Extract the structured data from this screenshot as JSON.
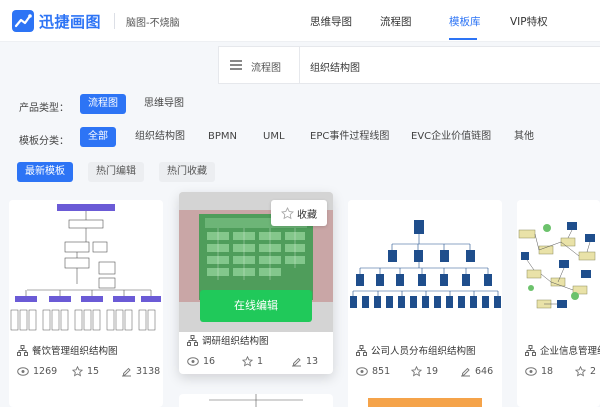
{
  "brand": {
    "name": "迅捷画图",
    "slogan": "脑图-不烧脑"
  },
  "nav": {
    "items": [
      {
        "label": "思维导图",
        "active": false
      },
      {
        "label": "流程图",
        "active": false
      },
      {
        "label": "模板库",
        "active": true
      },
      {
        "label": "VIP特权",
        "active": false
      }
    ]
  },
  "search": {
    "type_label": "流程图",
    "value": "组织结构图"
  },
  "filters": {
    "product_label": "产品类型：",
    "product_options": [
      {
        "label": "流程图",
        "active": true
      },
      {
        "label": "思维导图",
        "active": false
      }
    ],
    "category_label": "模板分类：",
    "category_options": [
      {
        "label": "全部",
        "active": true
      },
      {
        "label": "组织结构图",
        "active": false
      },
      {
        "label": "BPMN",
        "active": false
      },
      {
        "label": "UML",
        "active": false
      },
      {
        "label": "EPC事件过程线图",
        "active": false
      },
      {
        "label": "EVC企业价值链图",
        "active": false
      },
      {
        "label": "其他",
        "active": false
      }
    ],
    "sort_options": [
      {
        "label": "最新模板",
        "active": true
      },
      {
        "label": "热门编辑",
        "active": false
      },
      {
        "label": "热门收藏",
        "active": false
      }
    ]
  },
  "cards": [
    {
      "title": "餐饮管理组织结构图",
      "views": "1269",
      "likes": "15",
      "edits": "3138"
    },
    {
      "title": "调研组织结构图",
      "views": "16",
      "likes": "1",
      "edits": "13",
      "collect_label": "收藏",
      "edit_label": "在线编辑"
    },
    {
      "title": "公司人员分布组织结构图",
      "views": "851",
      "likes": "19",
      "edits": "646"
    },
    {
      "title": "企业信息管理组织结构",
      "views": "18",
      "likes": "2",
      "edits": ""
    }
  ],
  "colors": {
    "accent": "#2d74f5",
    "green": "#20c95a",
    "node_blue": "#1f4e8c",
    "card_purple": "#6b5bd6"
  },
  "icons": {
    "views": "eye-icon",
    "likes": "star-icon",
    "edits": "edit-icon",
    "type": "org-chart-icon"
  }
}
